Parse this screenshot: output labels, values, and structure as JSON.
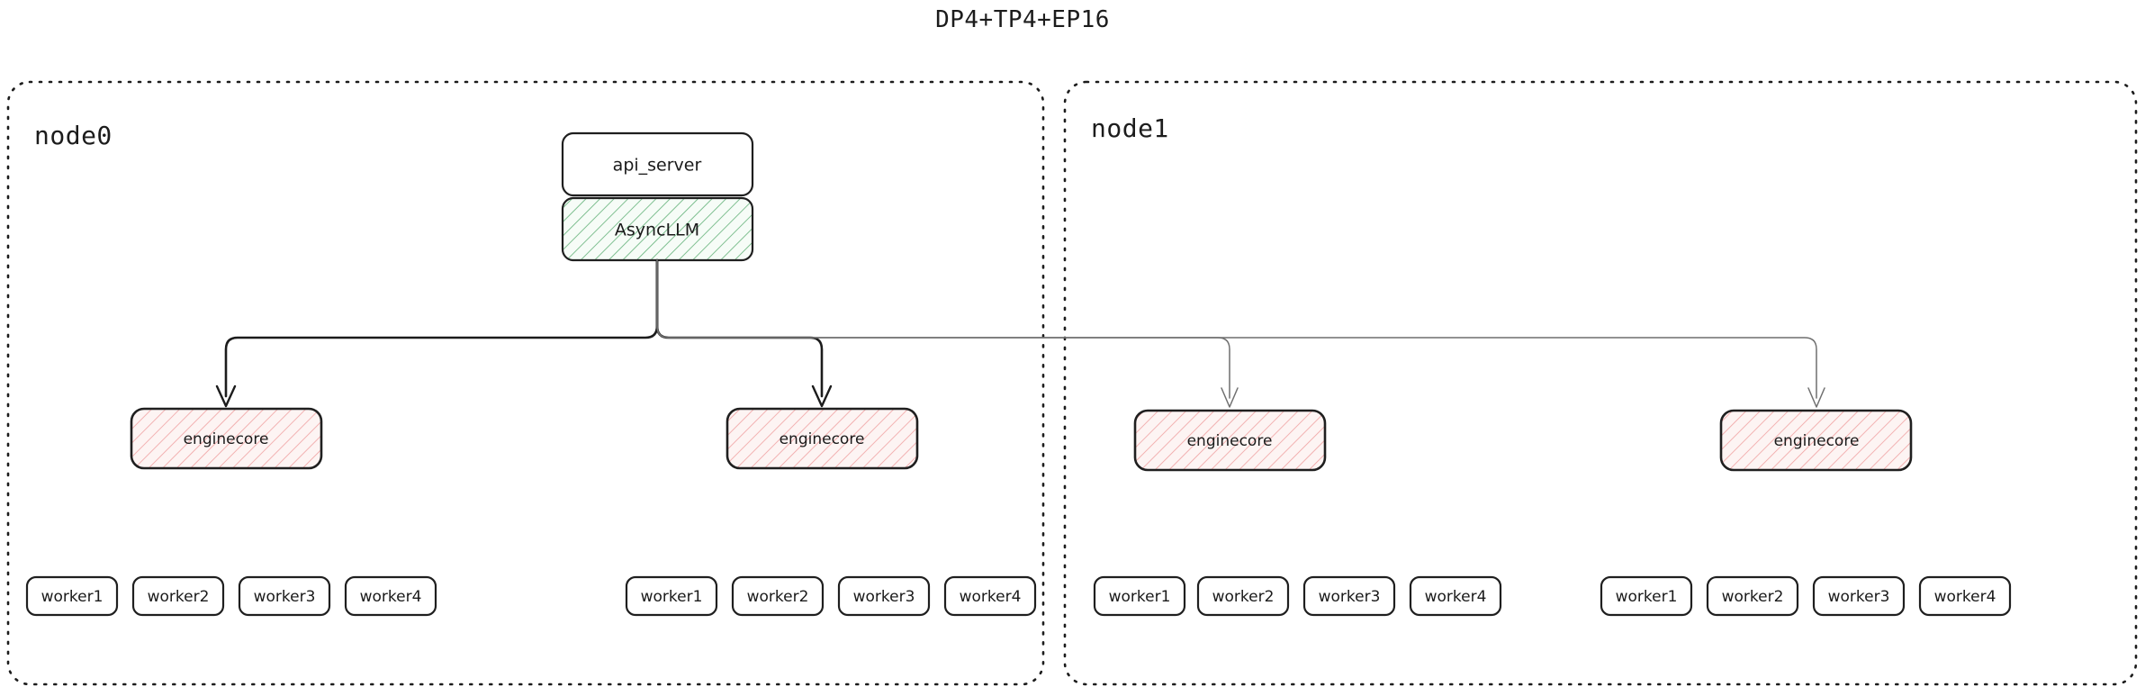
{
  "title": "DP4+TP4+EP16",
  "colors": {
    "background": "#ffffff",
    "stroke": "#1c1c1c",
    "green_hatch": "#5aa469",
    "green_fill": "#f4fbf5",
    "pink_hatch": "#ef8f8f",
    "pink_fill": "#fdf2f2",
    "weak_edge": "#6f6f6f"
  },
  "nodes": [
    {
      "id": "node0",
      "label": "node0",
      "boxes": {
        "api_server": "api_server",
        "async_llm": "AsyncLLM"
      },
      "enginecores": [
        {
          "label": "enginecore"
        },
        {
          "label": "enginecore"
        }
      ],
      "worker_groups": [
        {
          "workers": [
            "worker1",
            "worker2",
            "worker3",
            "worker4"
          ]
        },
        {
          "workers": [
            "worker1",
            "worker2",
            "worker3",
            "worker4"
          ]
        }
      ]
    },
    {
      "id": "node1",
      "label": "node1",
      "enginecores": [
        {
          "label": "enginecore"
        },
        {
          "label": "enginecore"
        }
      ],
      "worker_groups": [
        {
          "workers": [
            "worker1",
            "worker2",
            "worker3",
            "worker4"
          ]
        },
        {
          "workers": [
            "worker1",
            "worker2",
            "worker3",
            "worker4"
          ]
        }
      ]
    }
  ]
}
